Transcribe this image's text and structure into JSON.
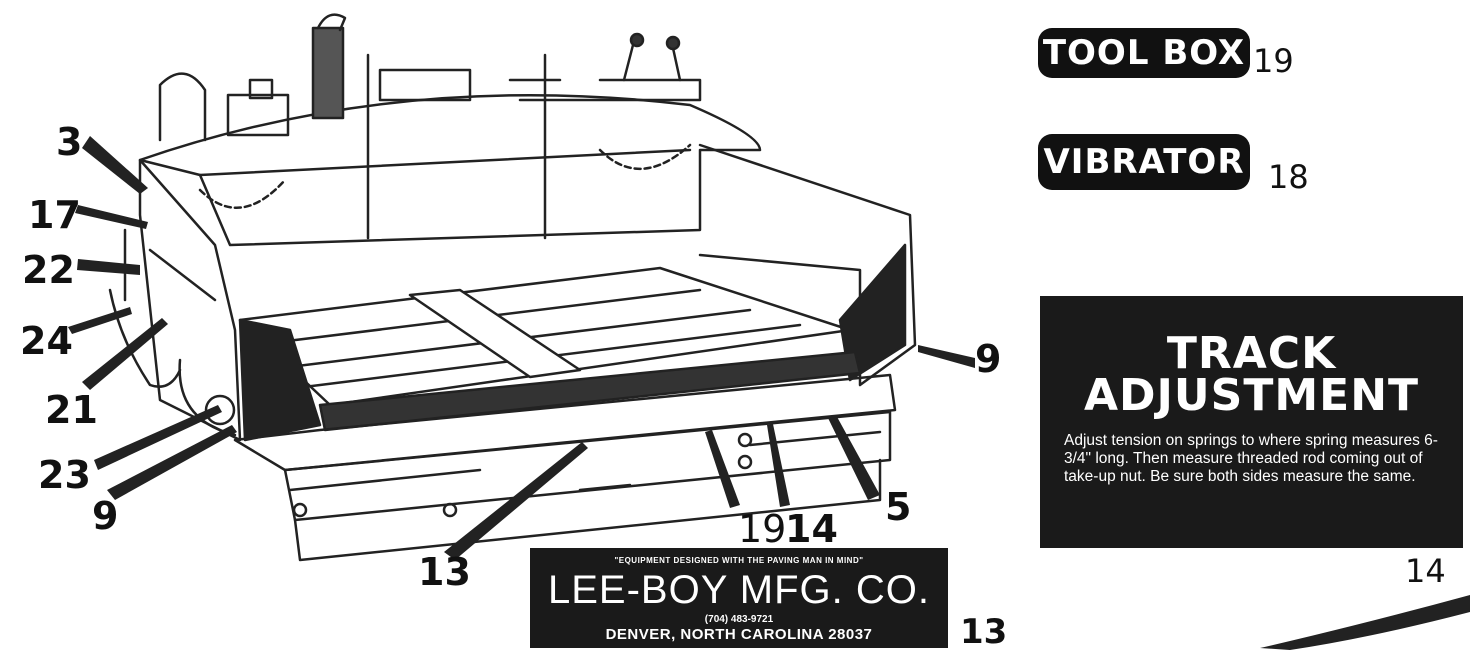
{
  "callouts": {
    "c3": "3",
    "c17": "17",
    "c22": "22",
    "c24": "24",
    "c21": "21",
    "c23": "23",
    "c9_left": "9",
    "c13": "13",
    "c19": "19",
    "c14": "14",
    "c5": "5",
    "c9_right": "9"
  },
  "decals": {
    "tool_box": {
      "label": "TOOL BOX",
      "number": "19"
    },
    "vibrator": {
      "label": "VIBRATOR",
      "number": "18"
    },
    "track_adjustment": {
      "title_line1": "TRACK",
      "title_line2": "ADJUSTMENT",
      "body": "Adjust tension on springs to where spring measures 6-3/4\" long.  Then measure threaded rod coming out of take-up nut. Be sure both sides measure the same.",
      "number": "14"
    },
    "company": {
      "slogan": "\"EQUIPMENT DESIGNED WITH THE PAVING MAN IN MIND\"",
      "name": "LEE-BOY MFG. CO.",
      "phone": "(704) 483-9721",
      "city": "DENVER, NORTH CAROLINA 28037",
      "number": "13"
    }
  }
}
